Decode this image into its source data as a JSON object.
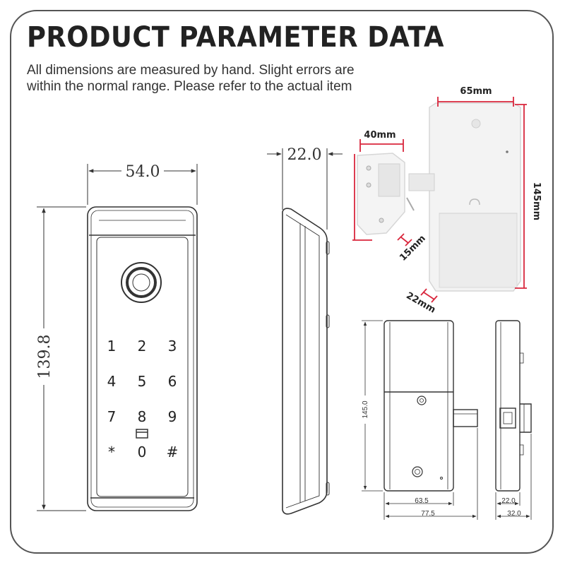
{
  "header": {
    "title": "PRODUCT PARAMETER DATA",
    "subtitle": "All dimensions are measured by hand. Slight errors are within the normal range. Please refer to the actual item"
  },
  "front_view": {
    "width_label": "54.0",
    "height_label": "139.8",
    "keys": [
      "1",
      "2",
      "3",
      "4",
      "5",
      "6",
      "7",
      "8",
      "9",
      "*",
      "0",
      "#"
    ]
  },
  "side_view": {
    "depth_label": "22.0"
  },
  "photo_dimensions": {
    "width_65": "65mm",
    "width_40": "40mm",
    "height_145": "145mm",
    "depth_15": "15mm",
    "depth_22": "22mm"
  },
  "lock_drawing": {
    "height_label": "145.0",
    "width_inner": "63.5",
    "width_outer": "77.5",
    "side_inner": "22.0",
    "side_outer": "32.0"
  },
  "colors": {
    "line": "#333333",
    "dim_red": "#d9263c",
    "photo_body": "#f3f3f3"
  }
}
